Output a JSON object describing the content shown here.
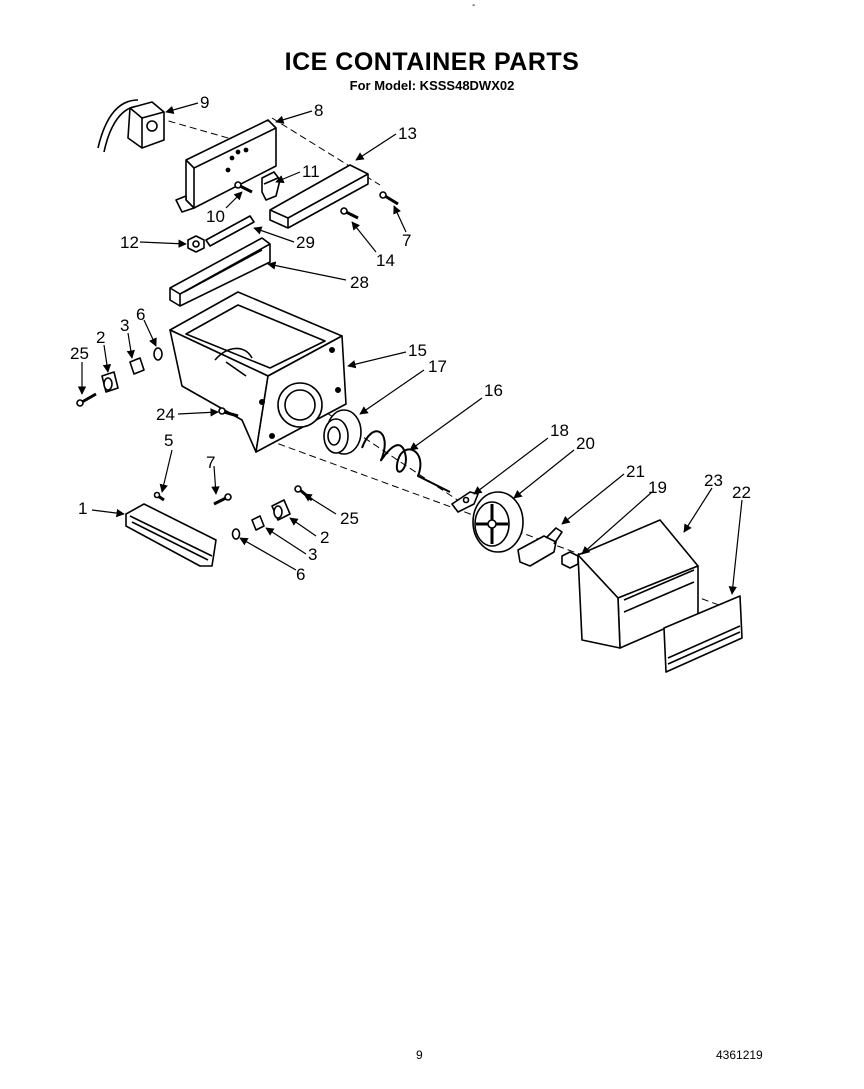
{
  "title": "ICE CONTAINER PARTS",
  "model_line": "For Model: KSSS48DWX02",
  "page_number": "9",
  "document_number": "4361219",
  "callouts": [
    {
      "id": "c9",
      "label": "9"
    },
    {
      "id": "c8",
      "label": "8"
    },
    {
      "id": "c13",
      "label": "13"
    },
    {
      "id": "c11",
      "label": "11"
    },
    {
      "id": "c10",
      "label": "10"
    },
    {
      "id": "c7a",
      "label": "7"
    },
    {
      "id": "c14",
      "label": "14"
    },
    {
      "id": "c12",
      "label": "12"
    },
    {
      "id": "c29",
      "label": "29"
    },
    {
      "id": "c28",
      "label": "28"
    },
    {
      "id": "c25a",
      "label": "25"
    },
    {
      "id": "c2a",
      "label": "2"
    },
    {
      "id": "c3a",
      "label": "3"
    },
    {
      "id": "c6a",
      "label": "6"
    },
    {
      "id": "c15",
      "label": "15"
    },
    {
      "id": "c17",
      "label": "17"
    },
    {
      "id": "c16",
      "label": "16"
    },
    {
      "id": "c24",
      "label": "24"
    },
    {
      "id": "c5",
      "label": "5"
    },
    {
      "id": "c7b",
      "label": "7"
    },
    {
      "id": "c18",
      "label": "18"
    },
    {
      "id": "c20",
      "label": "20"
    },
    {
      "id": "c21",
      "label": "21"
    },
    {
      "id": "c19",
      "label": "19"
    },
    {
      "id": "c23",
      "label": "23"
    },
    {
      "id": "c22",
      "label": "22"
    },
    {
      "id": "c1",
      "label": "1"
    },
    {
      "id": "c25b",
      "label": "25"
    },
    {
      "id": "c2b",
      "label": "2"
    },
    {
      "id": "c3b",
      "label": "3"
    },
    {
      "id": "c6b",
      "label": "6"
    }
  ]
}
